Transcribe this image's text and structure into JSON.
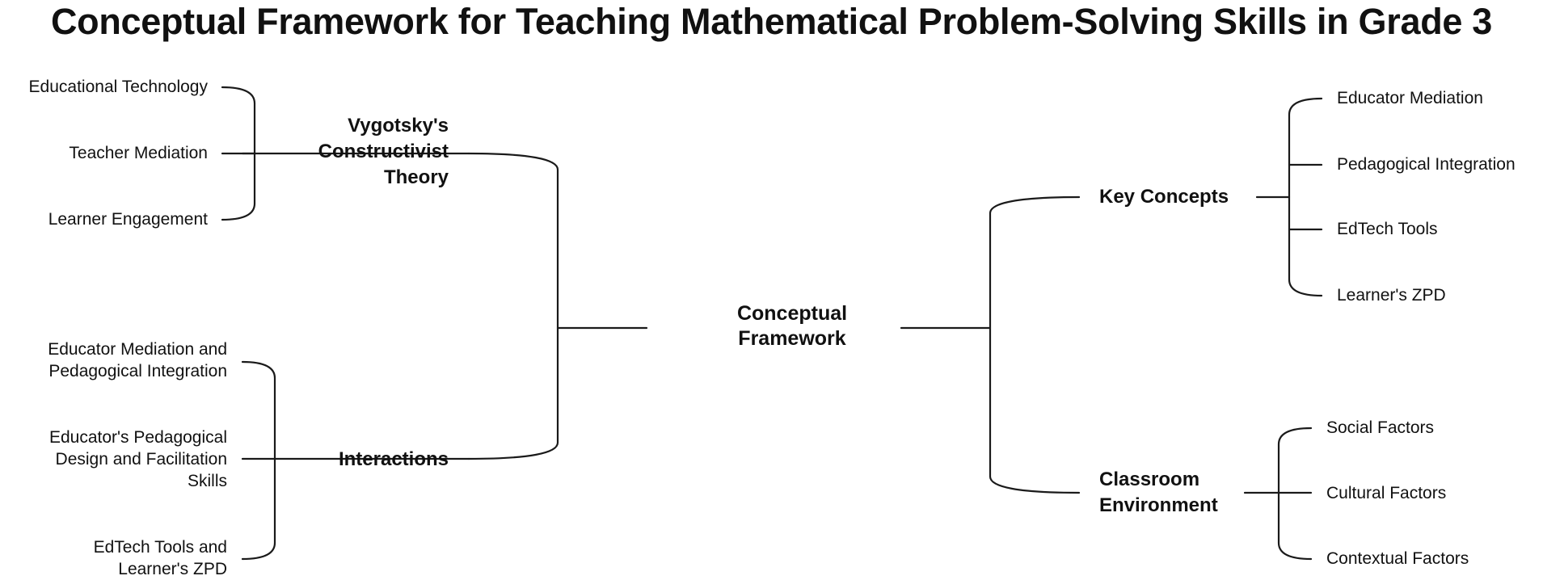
{
  "title": "Conceptual Framework for Teaching Mathematical Problem-Solving Skills in Grade 3",
  "root": {
    "label": "Conceptual\nFramework"
  },
  "left": [
    {
      "label": "Vygotsky's\nConstructivist\nTheory",
      "children": [
        "Educational Technology",
        "Teacher Mediation",
        "Learner Engagement"
      ]
    },
    {
      "label": "Interactions",
      "children": [
        "Educator Mediation and\nPedagogical Integration",
        "Educator's Pedagogical\nDesign and Facilitation\nSkills",
        "EdTech Tools and\nLearner's ZPD"
      ]
    }
  ],
  "right": [
    {
      "label": "Key Concepts",
      "children": [
        "Educator Mediation",
        "Pedagogical Integration",
        "EdTech Tools",
        "Learner's ZPD"
      ]
    },
    {
      "label": "Classroom\nEnvironment",
      "children": [
        "Social Factors",
        "Cultural Factors",
        "Contextual Factors"
      ]
    }
  ]
}
